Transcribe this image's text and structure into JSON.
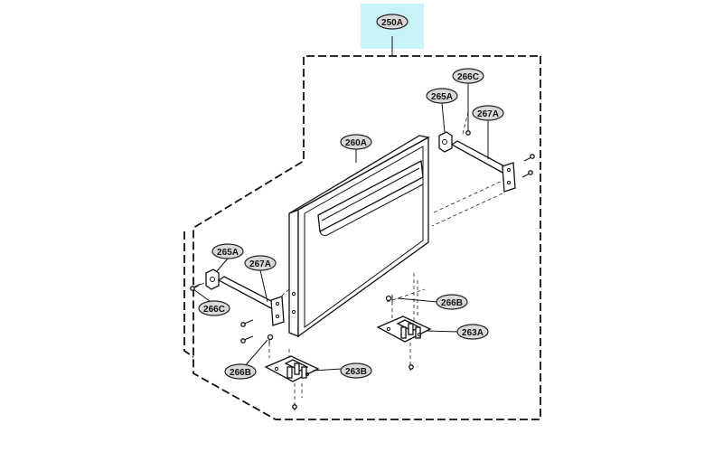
{
  "diagram": {
    "highlight_color": "#c8f3f7",
    "labels": {
      "l250A": "250A",
      "l260A": "260A",
      "l265A_top": "265A",
      "l266C_top": "266C",
      "l267A_top": "267A",
      "l265A_left": "265A",
      "l267A_left": "267A",
      "l266C_left": "266C",
      "l266B_right": "266B",
      "l263A": "263A",
      "l266B_left": "266B",
      "l263B": "263B"
    }
  }
}
